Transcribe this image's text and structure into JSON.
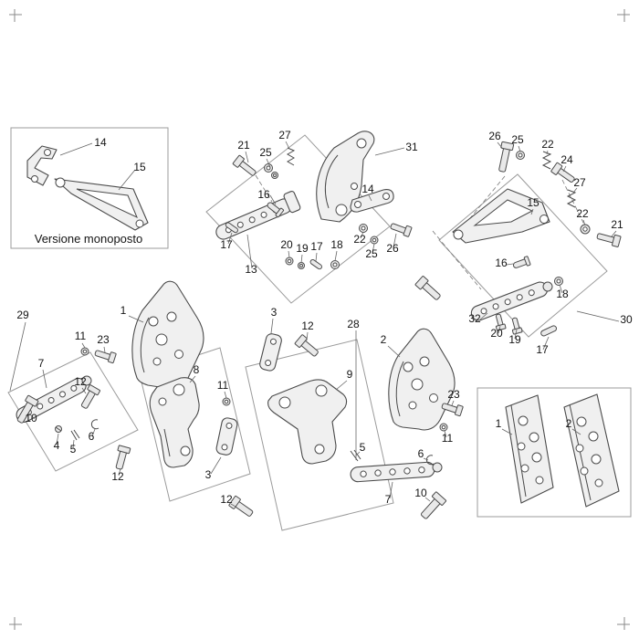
{
  "style": {
    "background": "#ffffff",
    "part_outline": "#4a4a4a",
    "part_fill": "#f0f0f0",
    "box_line": "#9b9b9b",
    "label_color": "#141414"
  },
  "inset": {
    "caption": "Versione monoposto"
  },
  "callouts": [
    "14",
    "15",
    "21",
    "25",
    "27",
    "16",
    "31",
    "14",
    "22",
    "25",
    "26",
    "17",
    "13",
    "20",
    "19",
    "17",
    "18",
    "26",
    "25",
    "22",
    "24",
    "27",
    "15",
    "22",
    "21",
    "16",
    "18",
    "32",
    "20",
    "19",
    "17",
    "30",
    "29",
    "1",
    "11",
    "23",
    "7",
    "12",
    "10",
    "4",
    "5",
    "6",
    "12",
    "3",
    "12",
    "8",
    "11",
    "28",
    "2",
    "9",
    "23",
    "11",
    "3",
    "12",
    "5",
    "6",
    "7",
    "10",
    "1",
    "2"
  ]
}
